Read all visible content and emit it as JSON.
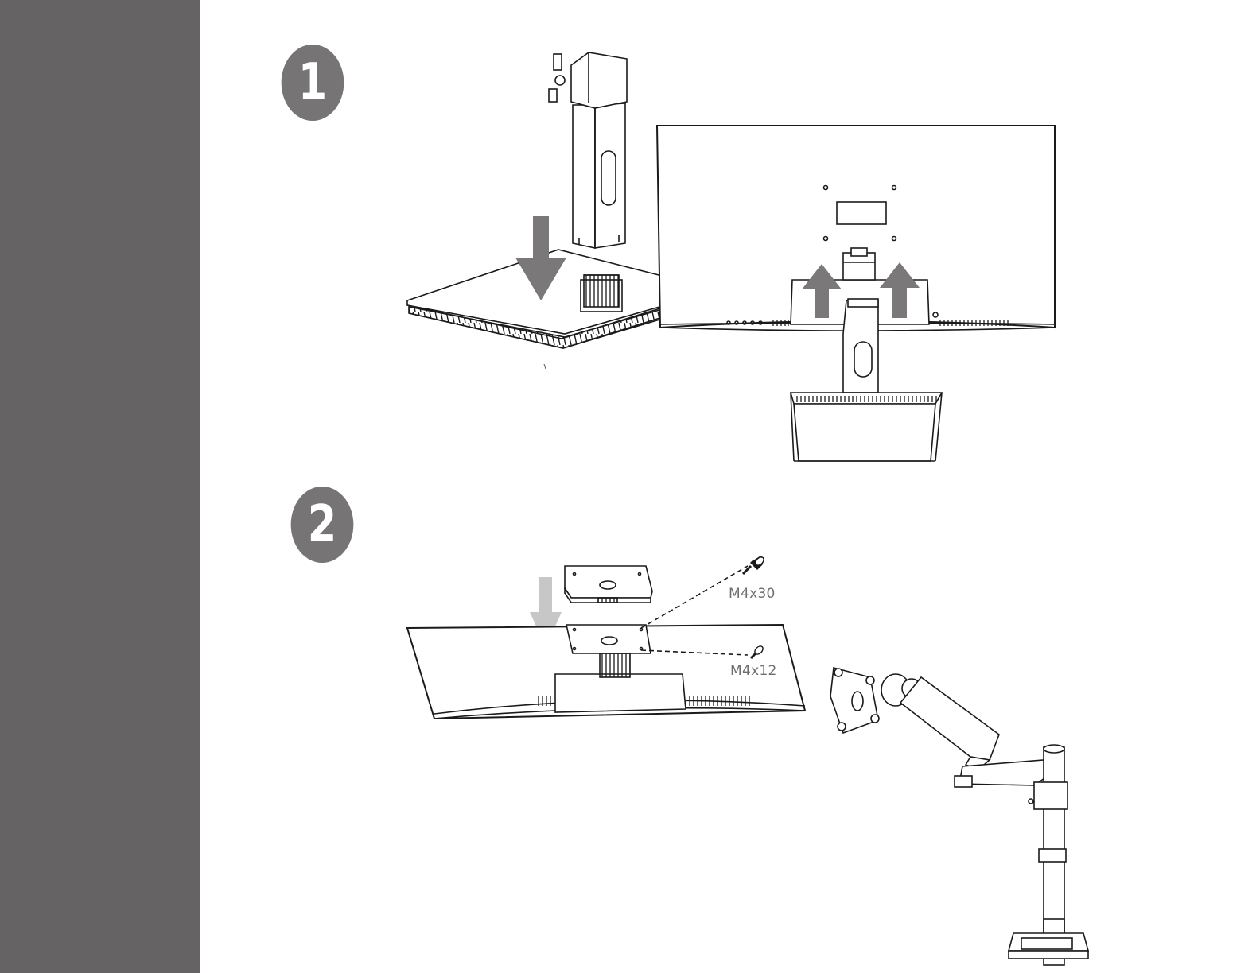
{
  "steps": {
    "step1": {
      "number": "1"
    },
    "step2": {
      "number": "2"
    }
  },
  "screws": {
    "long": "M4x30",
    "short": "M4x12"
  },
  "colors": {
    "sidebar": "#656363",
    "badge": "#767474",
    "arrow_dark": "#7a7878",
    "arrow_light": "#c7c7c7",
    "line": "#1a1a1a"
  },
  "icons": [
    "down-arrow-icon",
    "up-arrow-icon",
    "screw-icon"
  ]
}
